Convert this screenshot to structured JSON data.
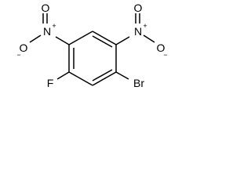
{
  "molecule": {
    "compound": "1-bromo-5-fluoro-2,4-dinitrobenzene",
    "atoms": {
      "bromine": "Br",
      "fluorine": "F",
      "nitro_left": {
        "nitrogen": "N",
        "nitrogen_charge": "+",
        "oxygen_top": "O",
        "oxygen_side": "O",
        "oxygen_side_charge": "−"
      },
      "nitro_right": {
        "nitrogen": "N",
        "nitrogen_charge": "+",
        "oxygen_top": "O",
        "oxygen_side": "O",
        "oxygen_side_charge": "−"
      }
    },
    "colors": {
      "bond": "#000000",
      "label": "#000000",
      "background": "#ffffff"
    }
  }
}
